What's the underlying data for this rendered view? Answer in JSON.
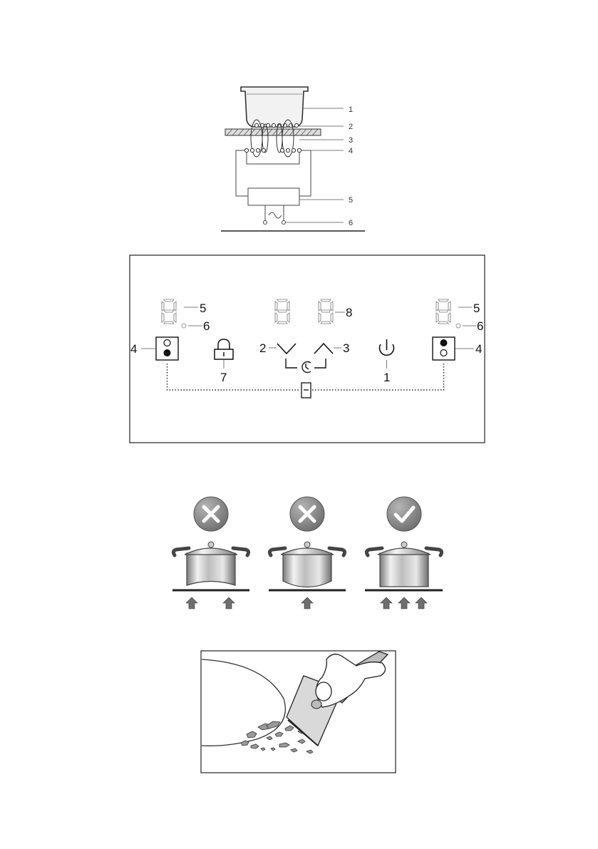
{
  "figure1": {
    "labels": [
      "1",
      "2",
      "3",
      "4",
      "5",
      "6"
    ]
  },
  "figure2": {
    "labels": {
      "zone_left_digit": "5",
      "zone_left_led": "6",
      "zone_left_selector": "4",
      "lock": "7",
      "minus": "2",
      "plus": "3",
      "power": "1",
      "timer_digits": "8",
      "zone_right_digit": "5",
      "zone_right_led": "6",
      "zone_right_selector": "4"
    }
  },
  "figure3": {
    "pans": [
      {
        "status": "incorrect",
        "icon": "cross-icon",
        "arrows": 2
      },
      {
        "status": "incorrect",
        "icon": "cross-icon",
        "arrows": 1
      },
      {
        "status": "correct",
        "icon": "check-icon",
        "arrows": 3
      }
    ]
  },
  "figure4": {
    "illustration": "scraper-cleaning-hob"
  }
}
